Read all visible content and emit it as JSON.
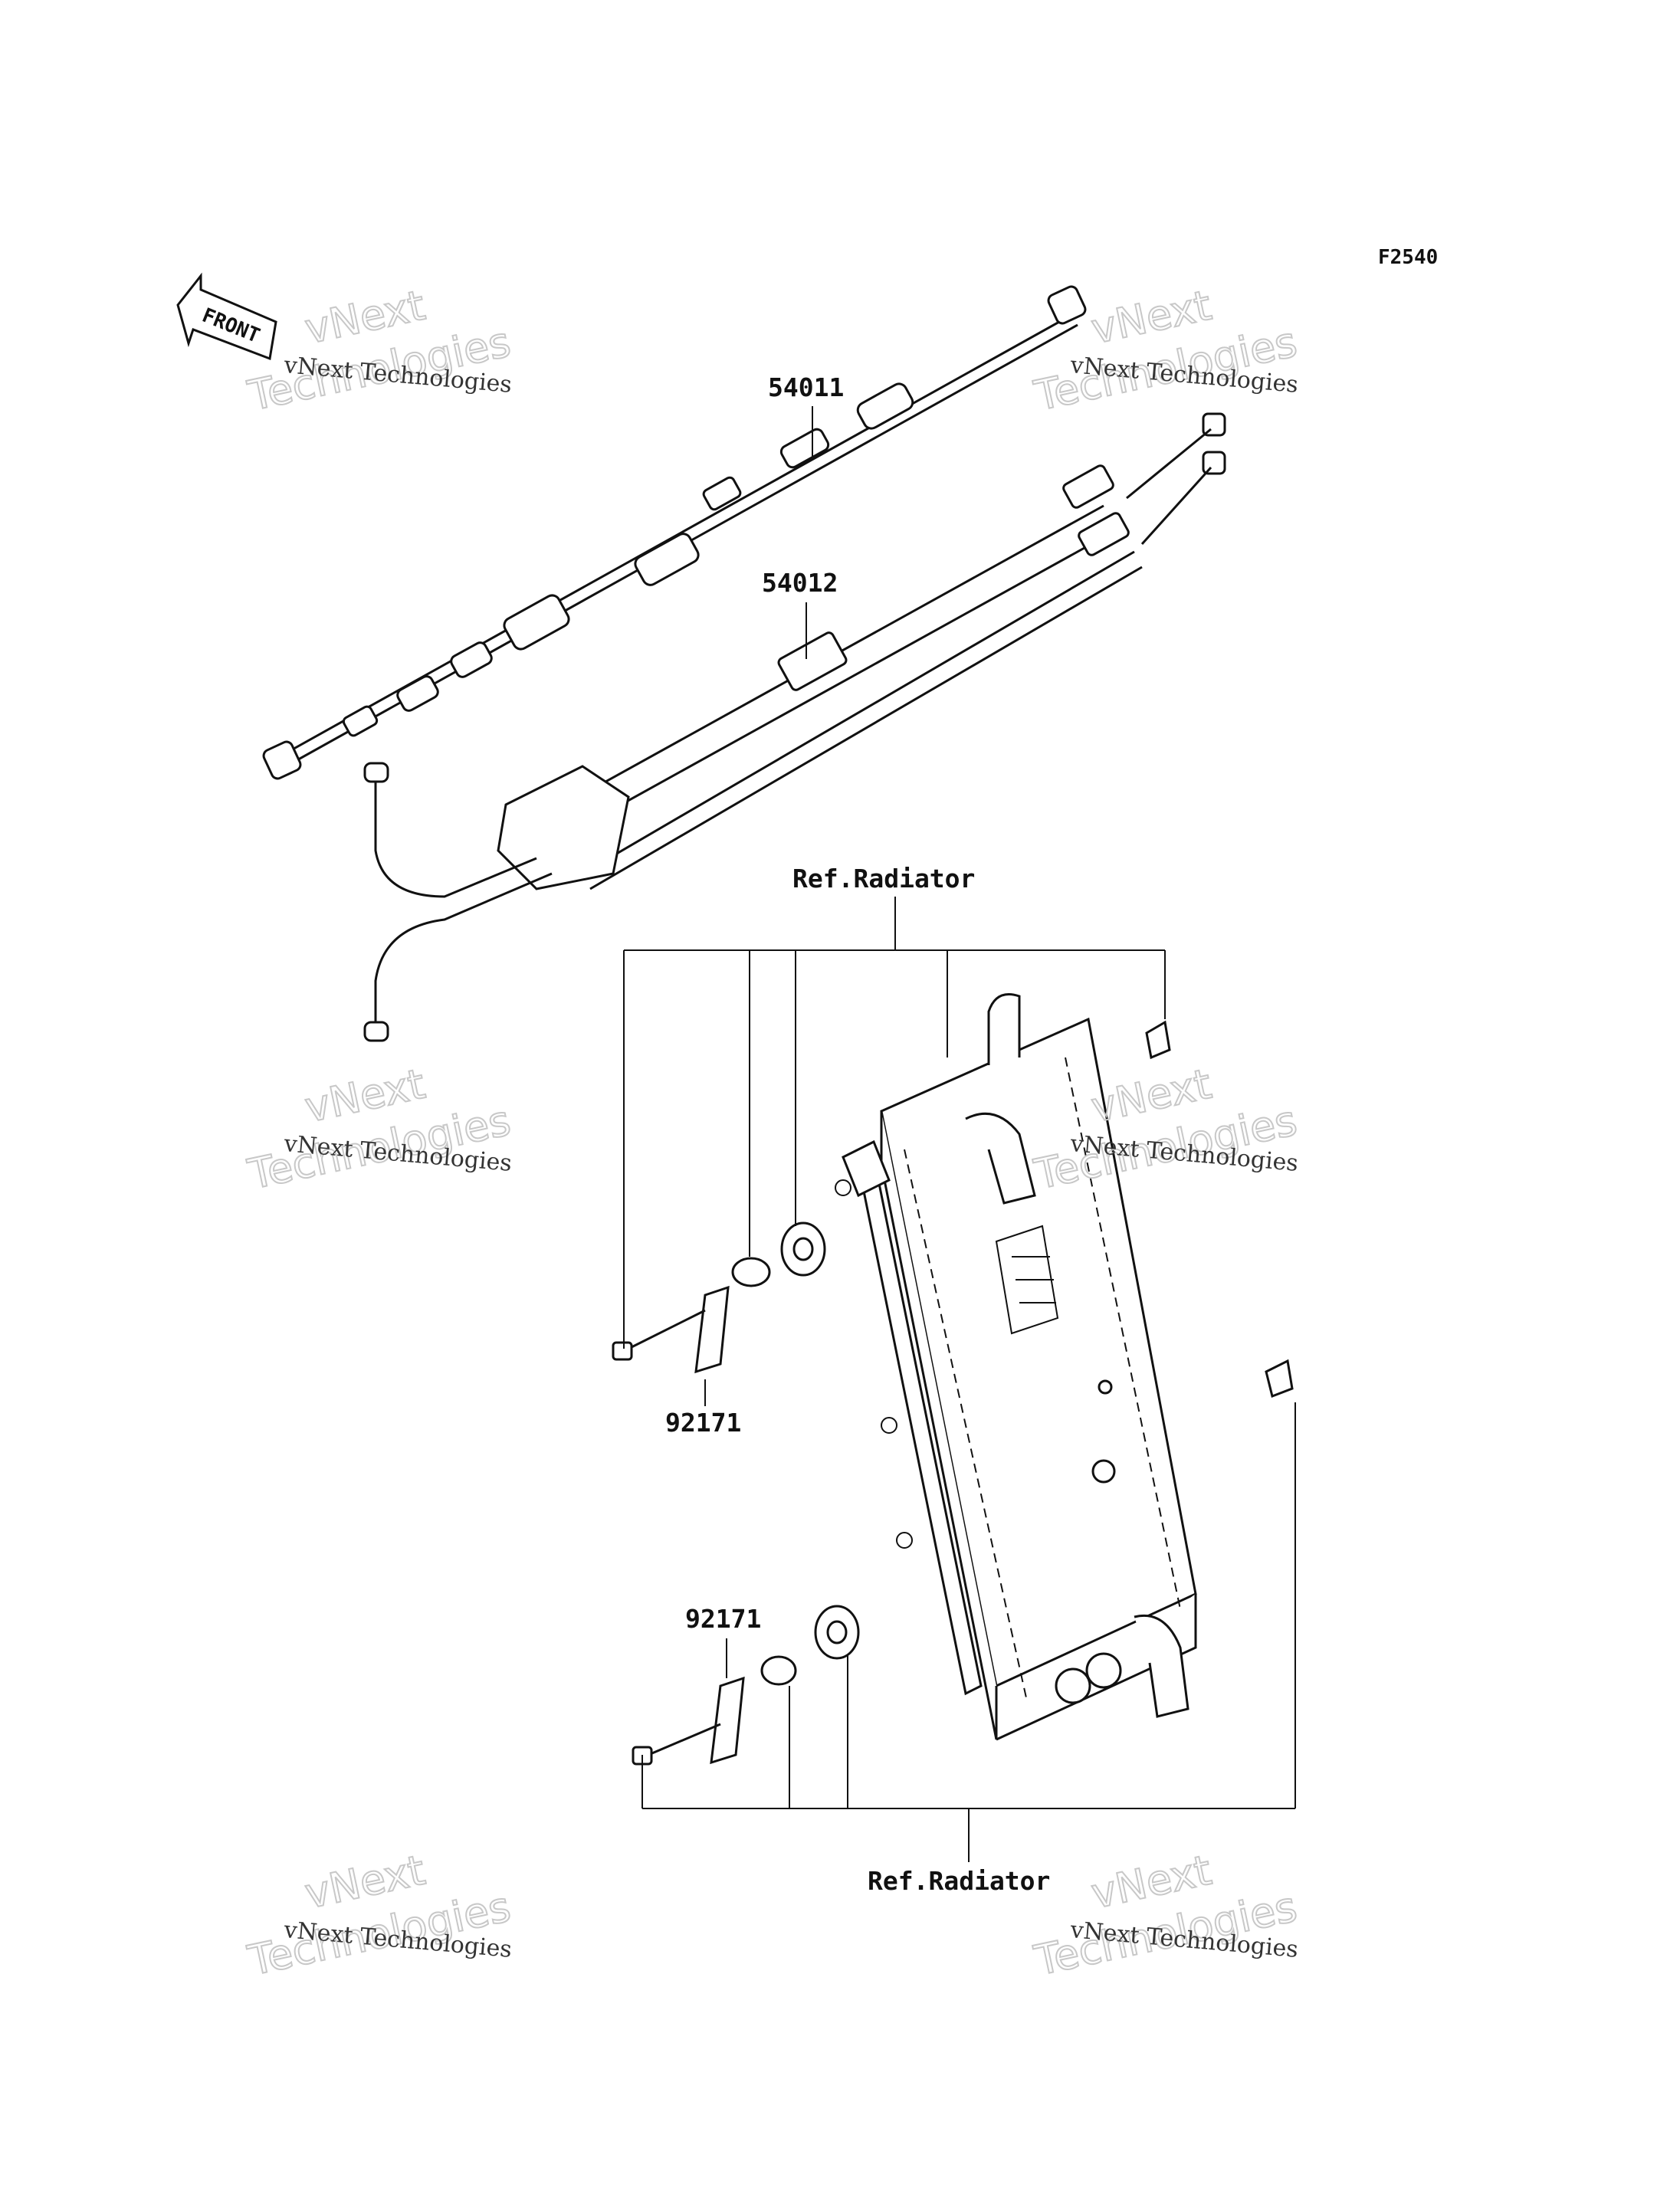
{
  "figure_code": "F2540",
  "front_marker": "FRONT",
  "callouts": {
    "throttle_cable": "54011",
    "choke_cable": "54012",
    "bracket_top": "92171",
    "bracket_bottom": "92171",
    "ref_top": "Ref.Radiator",
    "ref_bottom": "Ref.Radiator"
  },
  "watermark": {
    "line1": "vNext Technologies",
    "line2": "vNext",
    "line3": "Technologies"
  }
}
